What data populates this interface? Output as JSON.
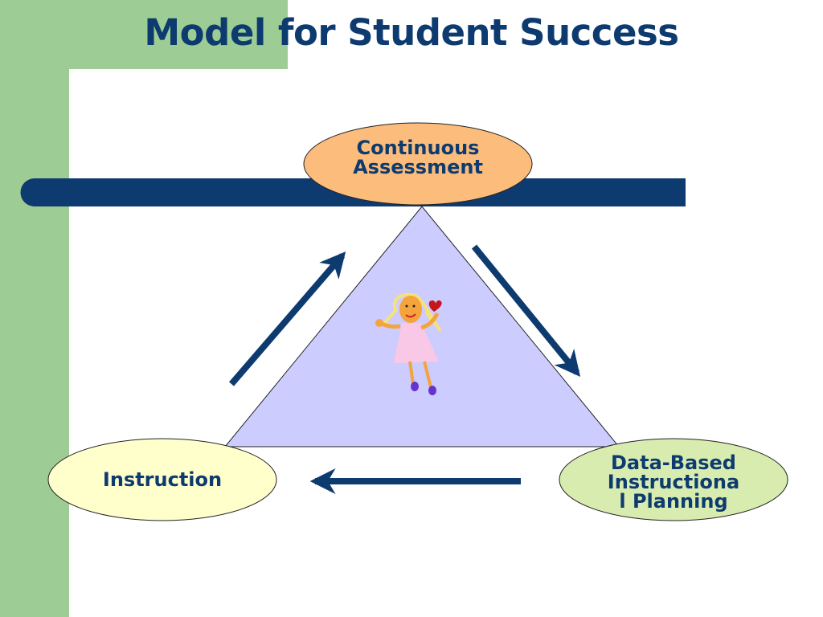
{
  "title": "Model for Student Success",
  "nodes": {
    "assessment": {
      "lines": [
        "Continuous",
        "Assessment"
      ]
    },
    "instruction": {
      "lines": [
        "Instruction"
      ]
    },
    "planning": {
      "lines": [
        "Data-Based",
        "Instructiona",
        "l Planning"
      ]
    }
  },
  "colors": {
    "sidebar_green": "#9dcd95",
    "navy": "#0e3b6f",
    "assessment_fill": "#fbbc7c",
    "instruction_fill": "#ffffcc",
    "planning_fill": "#d8ecb0",
    "triangle_fill": "#ccccff"
  },
  "illustration": {
    "icon": "child-with-heart-clipart"
  }
}
